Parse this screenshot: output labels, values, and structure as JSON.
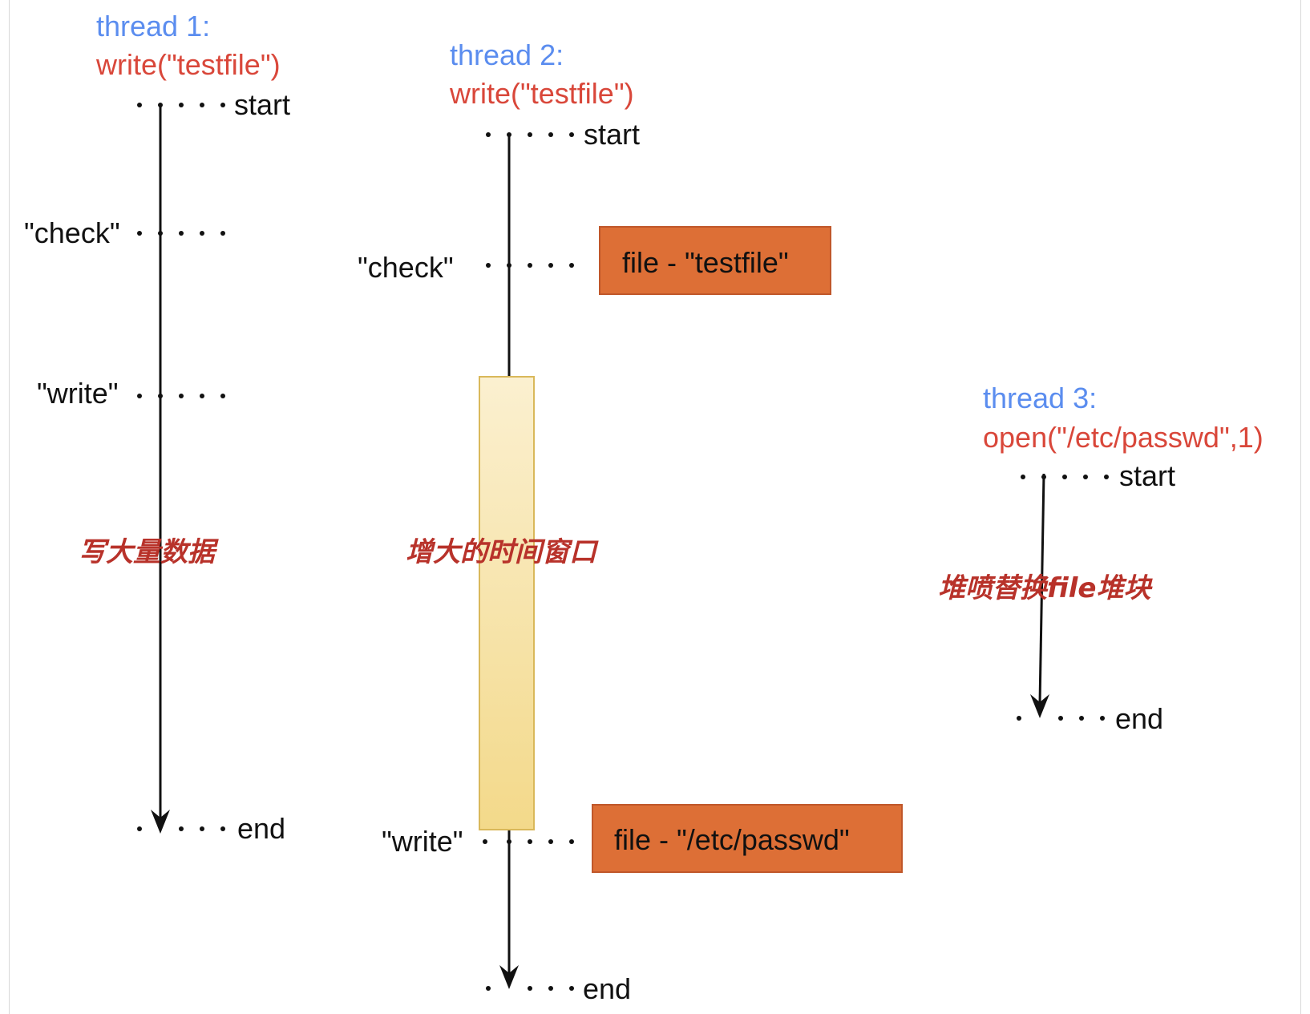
{
  "colors": {
    "thread_name": "#5b8def",
    "call": "#d9473a",
    "annotation": "#b8322a",
    "box_fill": "#dd6f36",
    "box_border": "#c0572a",
    "window_fill_top": "#fbf0d0",
    "window_fill_bottom": "#f3d98a",
    "window_border": "#d9b85a",
    "line": "#111111"
  },
  "thread1": {
    "name": "thread 1:",
    "call": "write(\"testfile\")",
    "start_label": "start",
    "check_label": "\"check\"",
    "write_label": "\"write\"",
    "end_label": "end",
    "annotation": "写大量数据"
  },
  "thread2": {
    "name": "thread 2:",
    "call": "write(\"testfile\")",
    "start_label": "start",
    "check_label": "\"check\"",
    "write_label": "\"write\"",
    "end_label": "end",
    "check_box": "file - \"testfile\"",
    "write_box": "file - \"/etc/passwd\"",
    "annotation": "增大的时间窗口"
  },
  "thread3": {
    "name": "thread 3:",
    "call": "open(\"/etc/passwd\",1)",
    "start_label": "start",
    "end_label": "end",
    "annotation": "堆喷替换file堆块"
  }
}
